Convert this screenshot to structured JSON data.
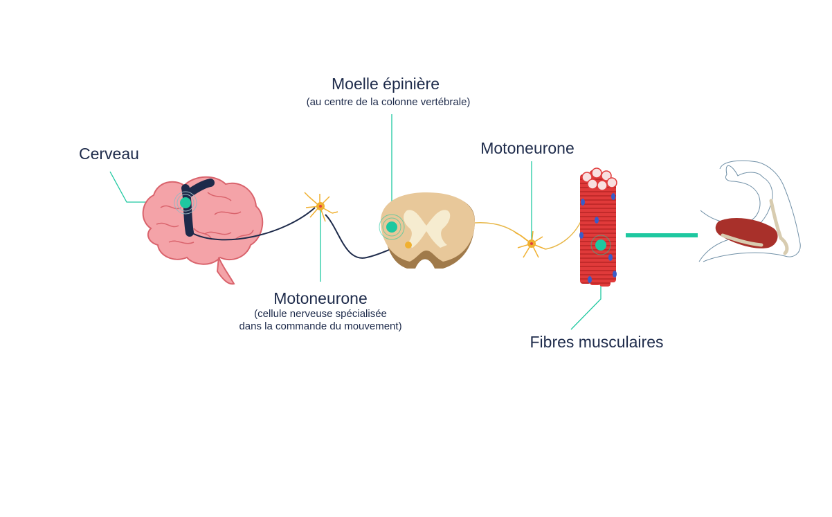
{
  "labels": {
    "cerveau": "Cerveau",
    "moelle_title": "Moelle épinière",
    "moelle_sub": "(au centre de la colonne vertébrale)",
    "motoneurone_top": "Motoneurone",
    "motoneurone_bottom": "Motoneurone",
    "motoneurone_sub1": "(cellule nerveuse spécialisée",
    "motoneurone_sub2": "dans la commande du mouvement)",
    "fibres": "Fibres musculaires"
  },
  "colors": {
    "accent": "#1ec8a0",
    "text": "#1d2a4a",
    "brain": "#f4a3a8",
    "spinal_outer": "#e8c89a",
    "spinal_inner": "#f6ecd0",
    "muscle": "#e03a3a",
    "nerve": "#1d2a4a",
    "neuron": "#f0b030"
  },
  "icons": [
    "brain-icon",
    "neuron-icon",
    "spinal-cord-icon",
    "muscle-fibers-icon",
    "arm-muscle-icon"
  ]
}
